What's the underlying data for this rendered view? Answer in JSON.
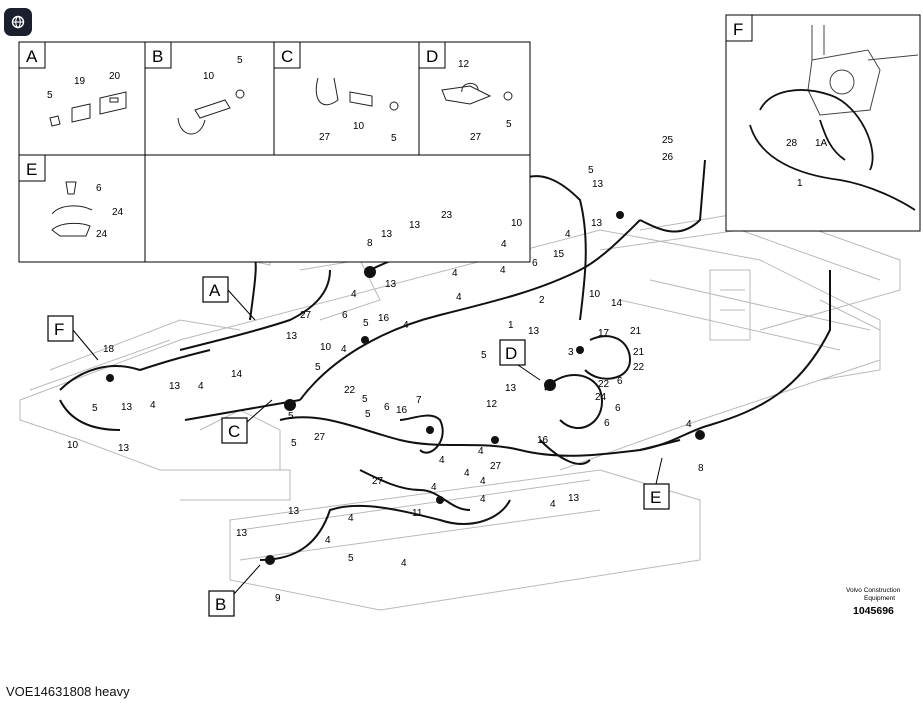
{
  "viewer": {
    "toggle_icon": "globe-icon",
    "caption": "VOE14631808 heavy"
  },
  "legend_boxes": [
    {
      "letter": "A",
      "parts": [
        "5",
        "19",
        "20"
      ]
    },
    {
      "letter": "B",
      "parts": [
        "10",
        "5"
      ]
    },
    {
      "letter": "C",
      "parts": [
        "27",
        "10",
        "5"
      ]
    },
    {
      "letter": "D",
      "parts": [
        "12",
        "27",
        "5"
      ]
    },
    {
      "letter": "E",
      "parts": [
        "6",
        "24",
        "24"
      ]
    },
    {
      "letter": "F",
      "parts": [
        "28",
        "1A",
        "1"
      ]
    }
  ],
  "callout_letters": [
    "A",
    "B",
    "C",
    "D",
    "E",
    "F"
  ],
  "part_numbers": [
    "25",
    "26",
    "5",
    "13",
    "23",
    "13",
    "10",
    "13",
    "4",
    "8",
    "13",
    "15",
    "4",
    "6",
    "4",
    "4",
    "13",
    "4",
    "2",
    "10",
    "14",
    "4",
    "6",
    "16",
    "5",
    "4",
    "27",
    "1",
    "13",
    "17",
    "21",
    "5",
    "13",
    "4",
    "3",
    "21",
    "22",
    "18",
    "10",
    "5",
    "13",
    "22",
    "6",
    "14",
    "13",
    "4",
    "22",
    "5",
    "24",
    "5",
    "6",
    "13",
    "4",
    "5",
    "7",
    "12",
    "16",
    "5",
    "27",
    "10",
    "6",
    "5",
    "6",
    "4",
    "13",
    "4",
    "8",
    "4",
    "4",
    "27",
    "16",
    "4",
    "4",
    "27",
    "4",
    "13",
    "13",
    "11",
    "4",
    "13",
    "4",
    "5",
    "4",
    "4",
    "9"
  ],
  "brand": {
    "line1": "Volvo Construction",
    "line2": "Equipment",
    "number": "1045696"
  }
}
